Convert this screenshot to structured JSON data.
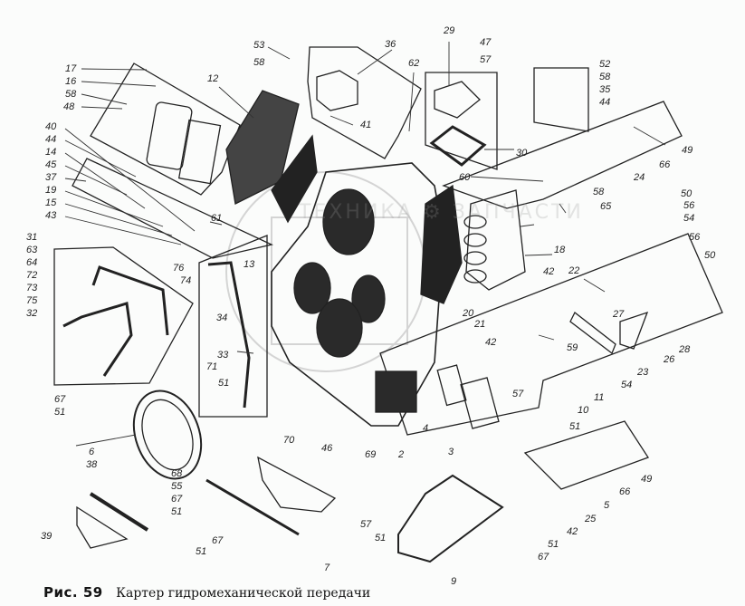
{
  "figure": {
    "number_label": "Рис. 59",
    "title": "Картер гидромеханической передачи"
  },
  "watermark": "ТЕХНИКА ⚙ ЗАПЧАСТИ",
  "callouts": {
    "c17": "17",
    "c16": "16",
    "c58a": "58",
    "c48": "48",
    "c40": "40",
    "c44a": "44",
    "c14": "14",
    "c45": "45",
    "c37": "37",
    "c19": "19",
    "c15": "15",
    "c43": "43",
    "c12": "12",
    "c53": "53",
    "c58b": "58",
    "c36": "36",
    "c41": "41",
    "c62": "62",
    "c29": "29",
    "c47": "47",
    "c57a": "57",
    "c30": "30",
    "c60": "60",
    "c52": "52",
    "c58c": "58",
    "c35": "35",
    "c44b": "44",
    "c49a": "49",
    "c66a": "66",
    "c24": "24",
    "c58d": "58",
    "c65": "65",
    "c61": "61",
    "c13": "13",
    "c31": "31",
    "c63": "63",
    "c64": "64",
    "c72": "72",
    "c73": "73",
    "c75": "75",
    "c32": "32",
    "c76": "76",
    "c74": "74",
    "c34": "34",
    "c33": "33",
    "c71": "71",
    "c51a": "51",
    "c18": "18",
    "c20": "20",
    "c21": "21",
    "c42a": "42",
    "c42b": "42",
    "c22": "22",
    "c27": "27",
    "c50a": "50",
    "c56a": "56",
    "c54a": "54",
    "c56b": "56",
    "c50b": "50",
    "c28": "28",
    "c26": "26",
    "c23": "23",
    "c54b": "54",
    "c59": "59",
    "c11": "11",
    "c10": "10",
    "c67a": "67",
    "c51b": "51",
    "c6": "6",
    "c70": "70",
    "c46": "46",
    "c69": "69",
    "c2": "2",
    "c4": "4",
    "c3": "3",
    "c57b": "57",
    "c51c": "51",
    "c68": "68",
    "c55": "55",
    "c67b": "67",
    "c51d": "51",
    "c38": "38",
    "c39": "39",
    "c67c": "67",
    "c51e": "51",
    "c57c": "57",
    "c51f": "51",
    "c7": "7",
    "c49b": "49",
    "c66b": "66",
    "c5": "5",
    "c25": "25",
    "c42c": "42",
    "c51g": "51",
    "c67d": "67",
    "c9": "9"
  }
}
